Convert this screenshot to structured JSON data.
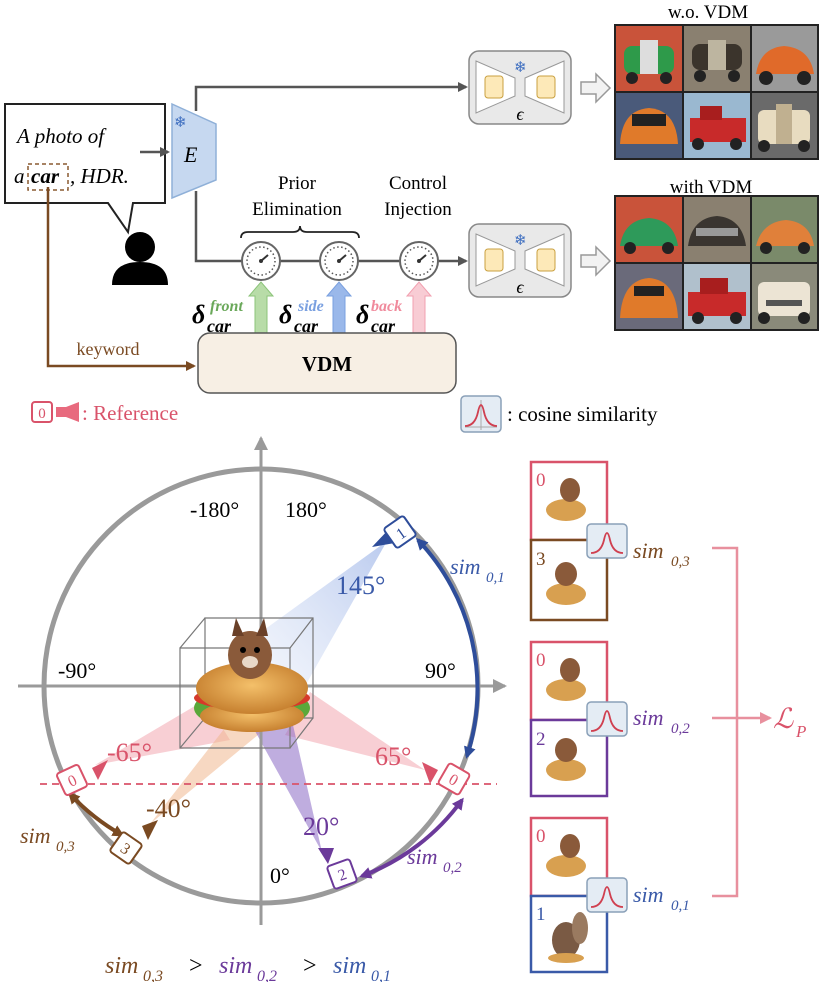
{
  "prompt": {
    "line1": "A photo of",
    "line2_prefix": "a",
    "token": "car",
    "line2_suffix": ", HDR."
  },
  "encoder_label": "E",
  "unet_label": "ϵ",
  "stages": {
    "prior_elimination": [
      "Prior",
      "Elimination"
    ],
    "control_injection": [
      "Control",
      "Injection"
    ]
  },
  "deltas": {
    "symbol": "δ",
    "sub": "car",
    "front": "front",
    "side": "side",
    "back": "back"
  },
  "vdm_label": "VDM",
  "keyword_label": "keyword",
  "results": {
    "top_title": "w.o. VDM",
    "bottom_title": "with VDM"
  },
  "legend": {
    "reference_index": "0",
    "reference_label": ": Reference",
    "cosine_label": ": cosine similarity"
  },
  "angles": {
    "neg180": "-180°",
    "pos180": "180°",
    "neg90": "-90°",
    "pos90": "90°",
    "zero": "0°",
    "a145": "145°",
    "a65": "65°",
    "aneg65": "-65°",
    "aneg40": "-40°",
    "a20": "20°"
  },
  "cameras": {
    "c0_left": "0",
    "c0_right": "0",
    "c1": "1",
    "c2": "2",
    "c3": "3"
  },
  "sims": {
    "sim": "sim",
    "s01_sub": "0,1",
    "s02_sub": "0,2",
    "s03_sub": "0,3",
    "gt": ">"
  },
  "pairs": [
    {
      "top": "0",
      "bottom": "3",
      "sim_sub": "0,3"
    },
    {
      "top": "0",
      "bottom": "2",
      "sim_sub": "0,2"
    },
    {
      "top": "0",
      "bottom": "1",
      "sim_sub": "0,1"
    }
  ],
  "loss": {
    "symbol": "ℒ",
    "sub": "P"
  },
  "colors": {
    "sim03": "#7a4a22",
    "sim02": "#6b3a9a",
    "sim01": "#3a5aa8",
    "red": "#d9536a",
    "green": "#8cc47a",
    "blue": "#7aa0e0",
    "pink": "#f2a0b0",
    "vdm_fill": "#f7efe4",
    "keyword": "#7a4a22"
  }
}
